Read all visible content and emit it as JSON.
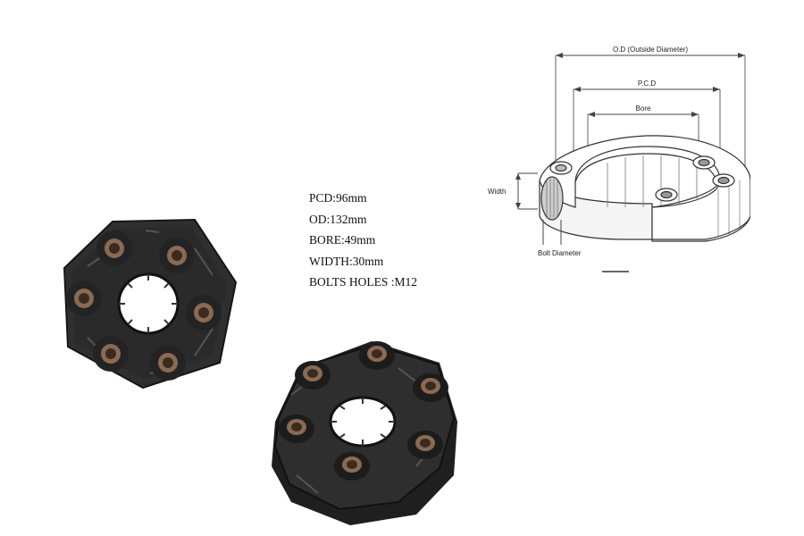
{
  "specs": [
    "PCD:96mm",
    "OD:132mm",
    "BORE:49mm",
    "WIDTH:30mm",
    "BOLTS HOLES :M12"
  ],
  "diagram": {
    "od_label": "O.D (Outside Diameter)",
    "pcd_label": "P.C.D",
    "bore_label": "Bore",
    "width_label": "Width",
    "bolt_label": "Bolt Diameter"
  },
  "colors": {
    "rubber": "#2b2b2b",
    "rubber_dark": "#1a1a1a",
    "bushing": "#7a5a44",
    "line": "#444444"
  }
}
